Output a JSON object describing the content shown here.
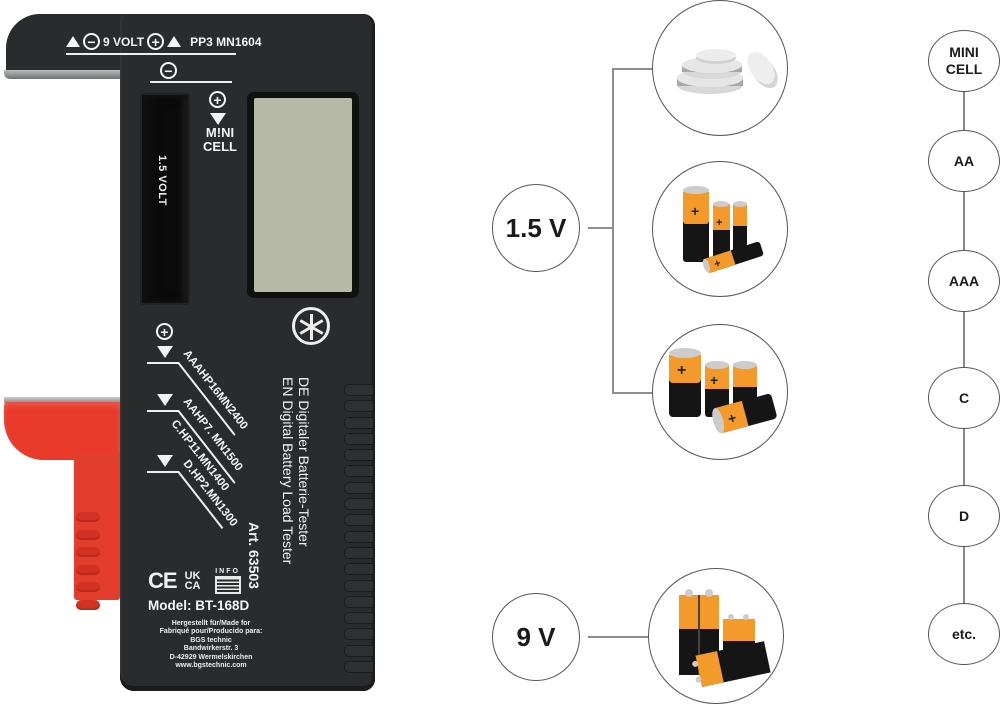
{
  "device": {
    "top_label": {
      "minus_symbol": "−",
      "voltage": "9 VOLT",
      "plus_symbol": "+",
      "battery_codes": "PP3 MN1604"
    },
    "middle_minus_symbol": "−",
    "mini_cell": {
      "plus_symbol": "+",
      "label_line1": "M!NI",
      "label_line2": "CELL"
    },
    "slot_label": "1.5 VOLT",
    "lcd": {
      "color": "#b5b9a6"
    },
    "size_markers": [
      {
        "label": "AAAHP16MN2400"
      },
      {
        "label": "AAHP7. MN1500"
      },
      {
        "label": "C.HP11.MN1400"
      },
      {
        "label": "D.HP2.MN1300"
      }
    ],
    "size_plus_symbol": "+",
    "description_de": "DE  Digitaler Batterie-Tester",
    "description_en": "EN  Digital Battery Load Tester",
    "article_number": "Art. 63503",
    "marks": {
      "ce": "CE",
      "ukca_line1": "UK",
      "ukca_line2": "CA",
      "info": "INFO"
    },
    "model": "Model: BT-168D",
    "manufacturer": [
      "Hergestellt für/Made for",
      "Fabriqué pour/Producido para:",
      "BGS technic",
      "Bandwirkerstr. 3",
      "D-42929 Wermelskirchen",
      "www.bgstechnic.com"
    ],
    "colors": {
      "body": "#2a2b2d",
      "slider": "#e8392a",
      "print": "#f4f4f4"
    }
  },
  "diagram": {
    "voltage_groups": [
      {
        "label": "1.5 V",
        "images": [
          "button-cells-icon",
          "aa-aaa-batteries-icon",
          "c-d-batteries-icon"
        ]
      },
      {
        "label": "9 V",
        "images": [
          "9v-batteries-icon"
        ]
      }
    ],
    "battery_types": [
      "MINI\nCELL",
      "AA",
      "AAA",
      "C",
      "D",
      "etc."
    ],
    "battery_types_display": [
      {
        "line1": "MINI",
        "line2": "CELL"
      },
      {
        "line1": "AA"
      },
      {
        "line1": "AAA"
      },
      {
        "line1": "C"
      },
      {
        "line1": "D"
      },
      {
        "line1": "etc."
      }
    ],
    "colors": {
      "battery_orange": "#f39a2b",
      "battery_black": "#151515",
      "line": "#8e8e8e",
      "circle_border": "#555555"
    }
  }
}
